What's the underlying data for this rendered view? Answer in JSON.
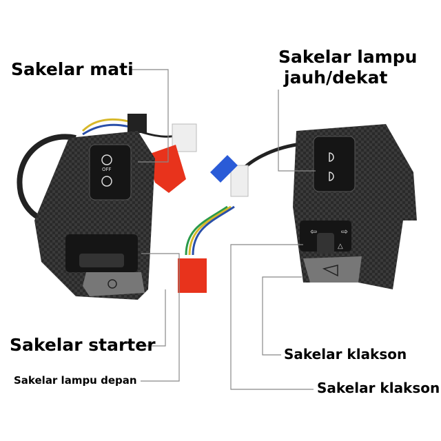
{
  "labels": {
    "kill_switch": "Sakelar mati",
    "beam_switch_line1": "Sakelar lampu",
    "beam_switch_line2": "jauh/dekat",
    "starter_switch": "Sakelar starter",
    "headlight_switch": "Sakelar lampu depan",
    "horn_switch_1": "Sakelar klakson",
    "horn_switch_2": "Sakelar klakson"
  },
  "product_markings": {
    "off": "OFF"
  },
  "colors": {
    "housing": "#2b2b2b",
    "leader_line": "#888888",
    "red_connector": "#e8331c",
    "blue_connector": "#2a5bd7",
    "white_connector": "#eeeeee"
  }
}
